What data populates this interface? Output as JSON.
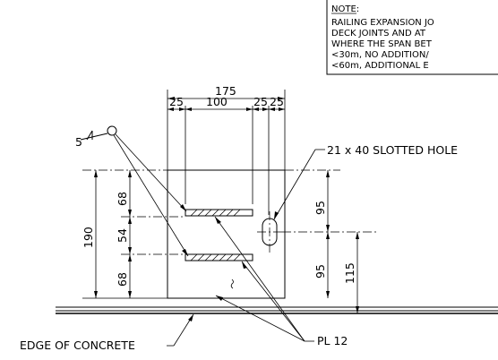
{
  "note": {
    "heading": "NOTE:",
    "lines": [
      "RAILING EXPANSION JO",
      "DECK JOINTS AND AT",
      "WHERE THE SPAN BET",
      " <30m, NO ADDITION/",
      " <60m, ADDITIONAL E"
    ]
  },
  "dimensions": {
    "total_width": "175",
    "edge_left": "25",
    "slot_length": "100",
    "edge_right_a": "25",
    "edge_right_b": "25",
    "plate_height": "190",
    "top_offset": "68",
    "slot_spacing": "54",
    "bottom_offset": "68",
    "hole_upper": "95",
    "hole_lower": "95",
    "hole_to_concrete": "115"
  },
  "weld_symbol": {
    "size": "5"
  },
  "labels": {
    "slotted_hole": "21 x 40 SLOTTED HOLE",
    "edge_of_concrete": "EDGE OF CONCRETE",
    "plate": "PL 12"
  },
  "colors": {
    "line": "#000000",
    "background": "#ffffff"
  }
}
